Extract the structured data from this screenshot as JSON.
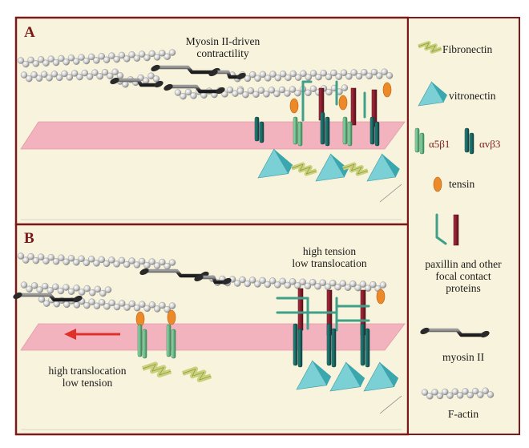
{
  "panels": {
    "a": {
      "letter": "A",
      "caption_line1": "Myosin II-driven",
      "caption_line2": "contractility"
    },
    "b": {
      "letter": "B",
      "caption_right_line1": "high tension",
      "caption_right_line2": "low translocation",
      "caption_left_line1": "high translocation",
      "caption_left_line2": "low tension"
    }
  },
  "legend": {
    "fibronectin": "Fibronectin",
    "vitronectin": "vitronectin",
    "a5b1": "α5β1",
    "avb3": "αvβ3",
    "tensin": "tensin",
    "paxillin_line1": "paxillin and other",
    "paxillin_line2": "focal contact",
    "paxillin_line3": "proteins",
    "myosin": "myosin II",
    "factin": "F-actin"
  },
  "colors": {
    "frame": "#7a1a1a",
    "panel_bg": "#f8f3dc",
    "membrane": "#f2b3bf",
    "integrin_light": "#6dbf8f",
    "integrin_dark": "#1f6e6a",
    "vitronectin": "#5fc0c6",
    "fibronectin": "#c9d27a",
    "tensin": "#ec8a2a",
    "paxillin_red": "#8a1c2c",
    "actin": "#c4c4c4",
    "myosin": "#4a4a4a",
    "arrow": "#e0302a"
  }
}
